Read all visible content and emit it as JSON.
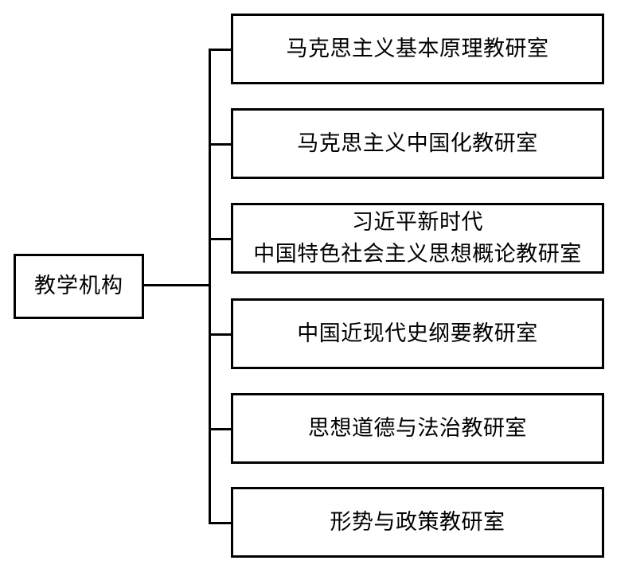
{
  "diagram": {
    "type": "organizational-tree",
    "orientation": "left-to-right",
    "root": {
      "label": "教学机构"
    },
    "children": [
      {
        "line1": "马克思主义基本原理教研室",
        "line2": ""
      },
      {
        "line1": "马克思主义中国化教研室",
        "line2": ""
      },
      {
        "line1": "习近平新时代",
        "line2": "中国特色社会主义思想概论教研室"
      },
      {
        "line1": "中国近现代史纲要教研室",
        "line2": ""
      },
      {
        "line1": "思想道德与法治教研室",
        "line2": ""
      },
      {
        "line1": "形势与政策教研室",
        "line2": ""
      }
    ],
    "style": {
      "box_fill": "#ffffff",
      "box_border": "#000000",
      "connector_color": "#000000",
      "text_color": "#000000",
      "background": "#ffffff"
    }
  }
}
